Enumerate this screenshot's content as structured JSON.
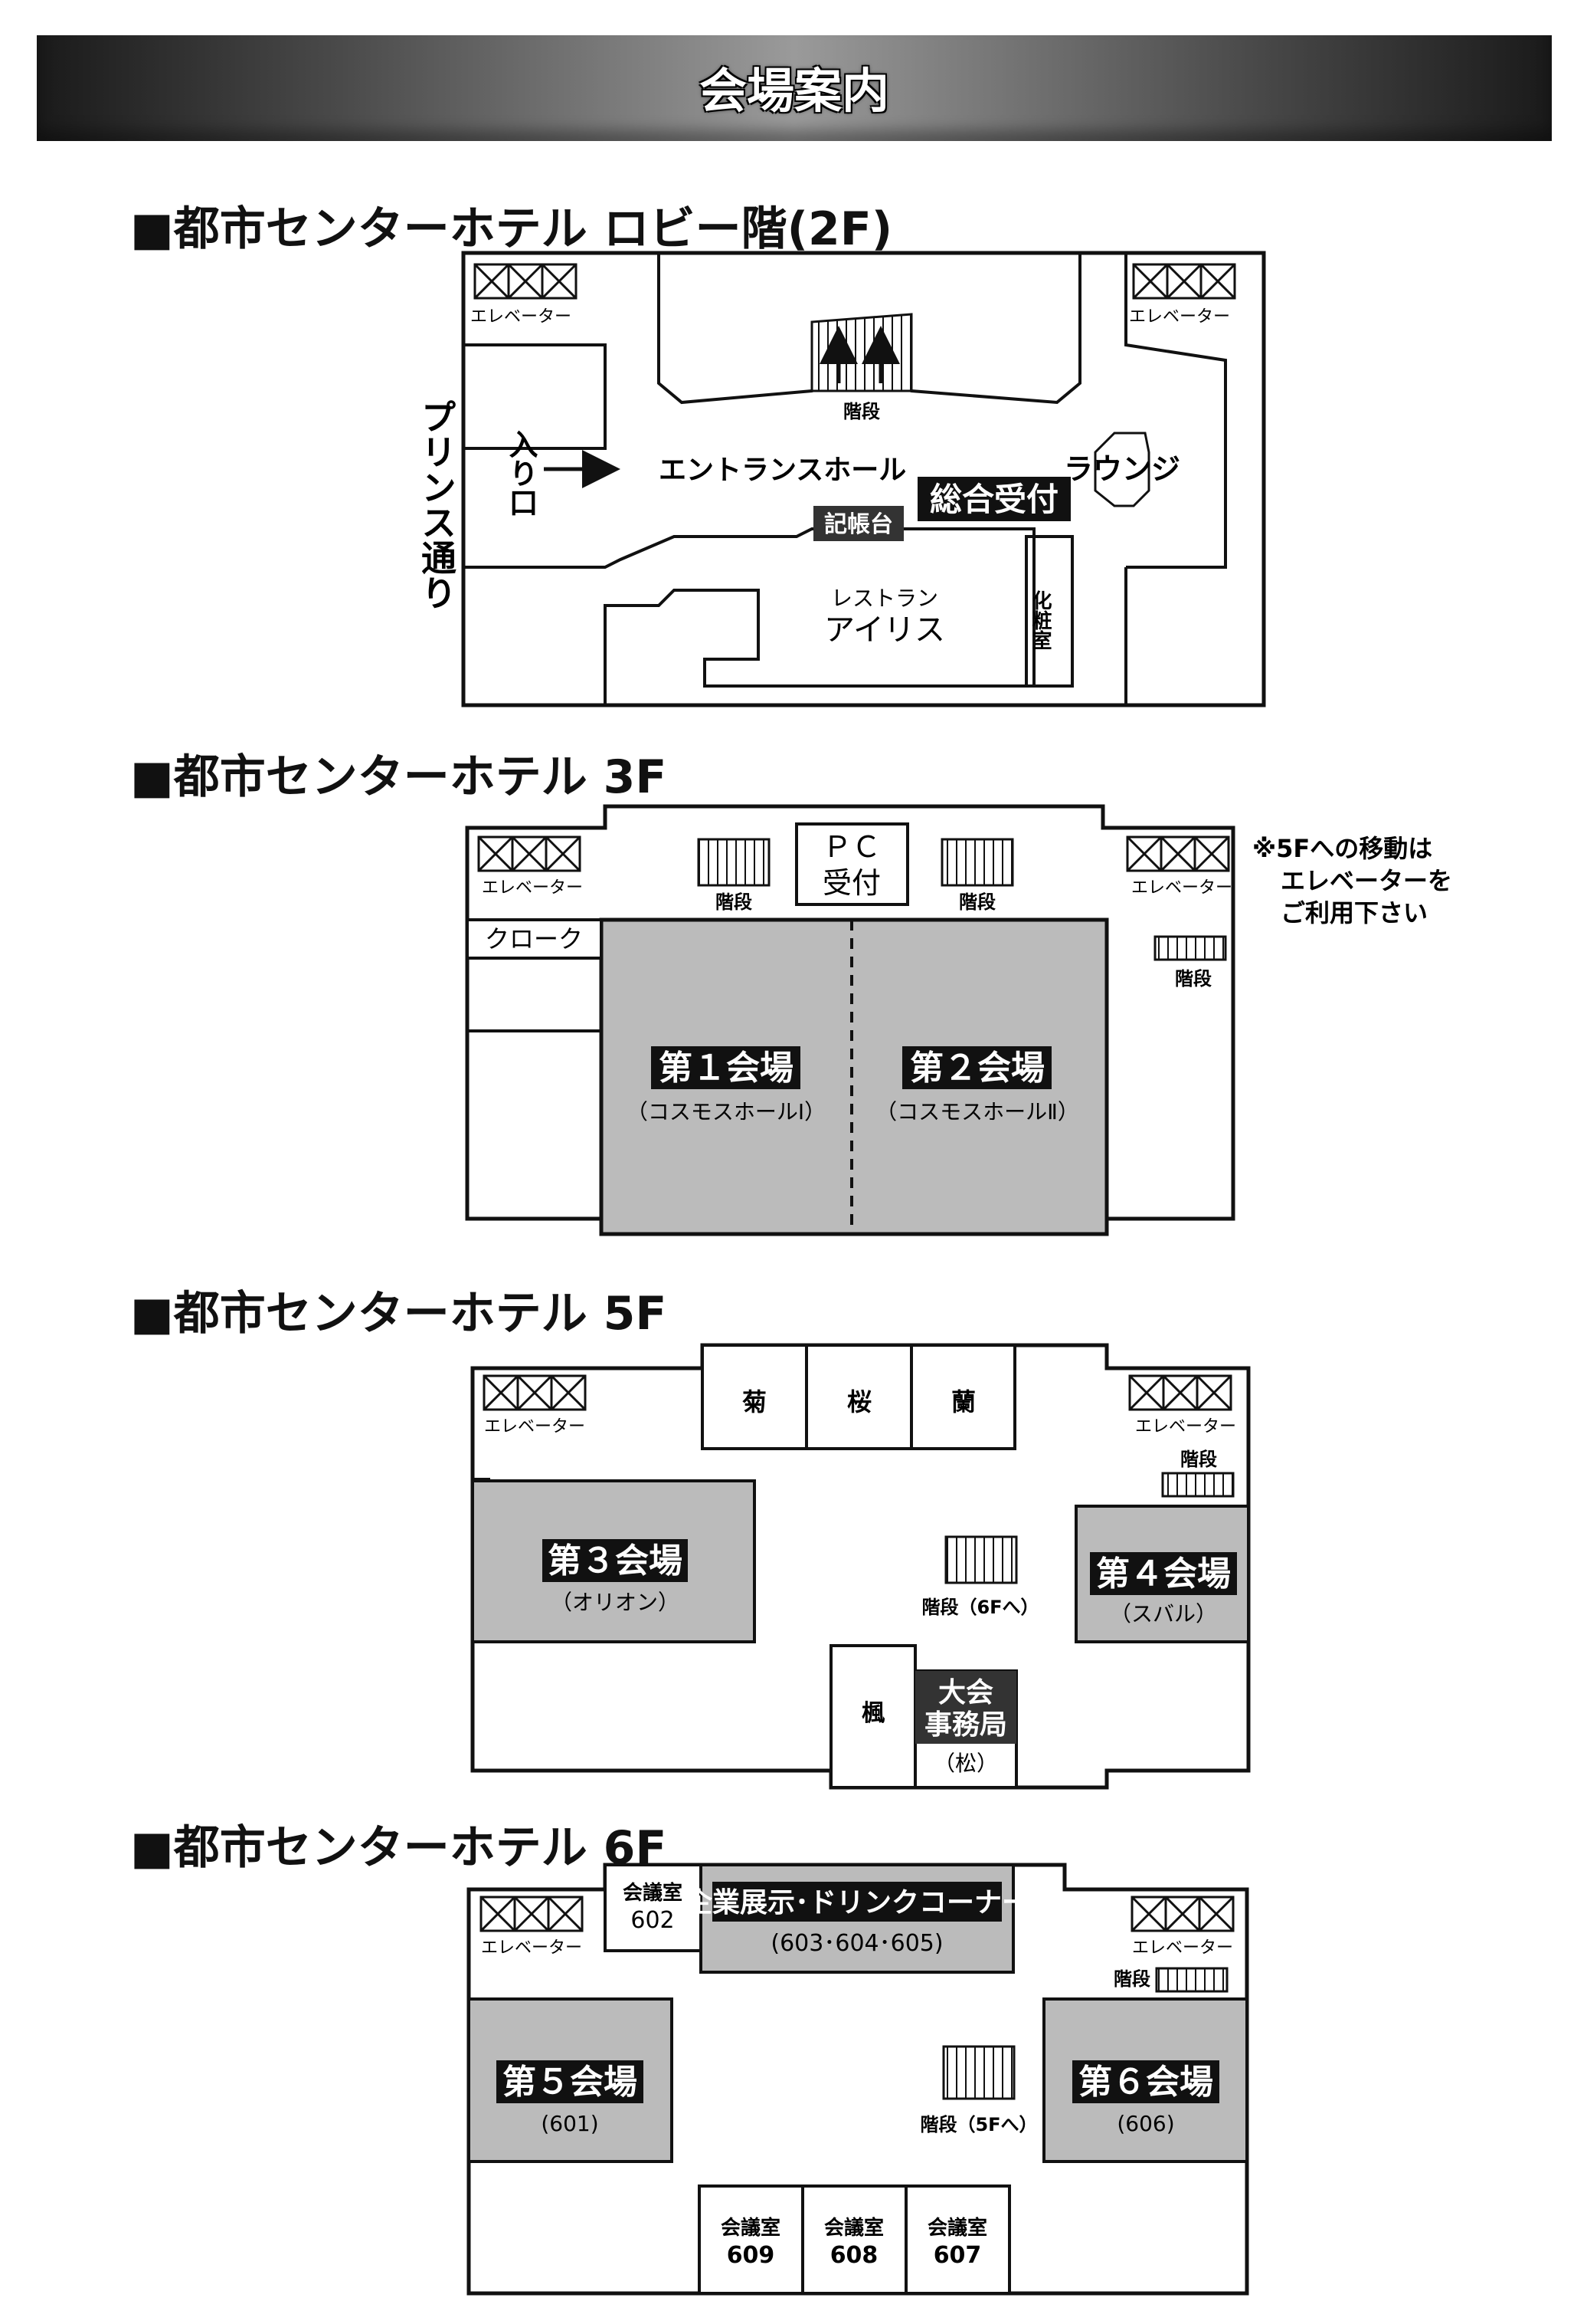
{
  "banner": {
    "title": "会場案内"
  },
  "floors": {
    "lobby": {
      "title": "■都市センターホテル ロビー階(2F)",
      "elevator_left": "エレベーター",
      "elevator_right": "エレベーター",
      "street": "プリンス通り",
      "entrance": "入り口",
      "stairs": "階段",
      "entrance_hall": "エントランスホール",
      "reception": "総合受付",
      "guestbook": "記帳台",
      "lounge": "ラウンジ",
      "restaurant_label": "レストラン",
      "restaurant_name": "アイリス",
      "restroom": "化粧室"
    },
    "f3": {
      "title": "■都市センターホテル 3F",
      "elevator_left": "エレベーター",
      "elevator_right": "エレベーター",
      "stairs_left": "階段",
      "stairs_mid": "階段",
      "stairs_right": "階段",
      "pc_line1": "ＰＣ",
      "pc_line2": "受付",
      "cloak": "クローク",
      "venue1_name": "第１会場",
      "venue1_sub": "（コスモスホールⅠ）",
      "venue2_name": "第２会場",
      "venue2_sub": "（コスモスホールⅡ）",
      "note_line1": "※5Fへの移動は",
      "note_line2": "エレベーターを",
      "note_line3": "ご利用下さい"
    },
    "f5": {
      "title": "■都市センターホテル 5F",
      "elevator_left": "エレベーター",
      "elevator_right": "エレベーター",
      "room_kiku": "菊",
      "room_sakura": "桜",
      "room_ran": "蘭",
      "stairs_right": "階段",
      "stairs_center": "階段（6Fへ）",
      "venue3_name": "第３会場",
      "venue3_sub": "（オリオン）",
      "venue4_name": "第４会場",
      "venue4_sub": "（スバル）",
      "room_kaede": "楓",
      "office_line1": "大会",
      "office_line2": "事務局",
      "office_sub": "（松）"
    },
    "f6": {
      "title": "■都市センターホテル 6F",
      "elevator_left": "エレベーター",
      "elevator_right": "エレベーター",
      "room602_label": "会議室",
      "room602_num": "602",
      "exhibit_name": "企業展示･ドリンクコーナー",
      "exhibit_sub": "(603･604･605)",
      "stairs_right": "階段",
      "stairs_center": "階段（5Fへ）",
      "venue5_name": "第５会場",
      "venue5_sub": "(601)",
      "venue6_name": "第６会場",
      "venue6_sub": "(606)",
      "room609_label": "会議室",
      "room609_num": "609",
      "room608_label": "会議室",
      "room608_num": "608",
      "room607_label": "会議室",
      "room607_num": "607"
    }
  }
}
